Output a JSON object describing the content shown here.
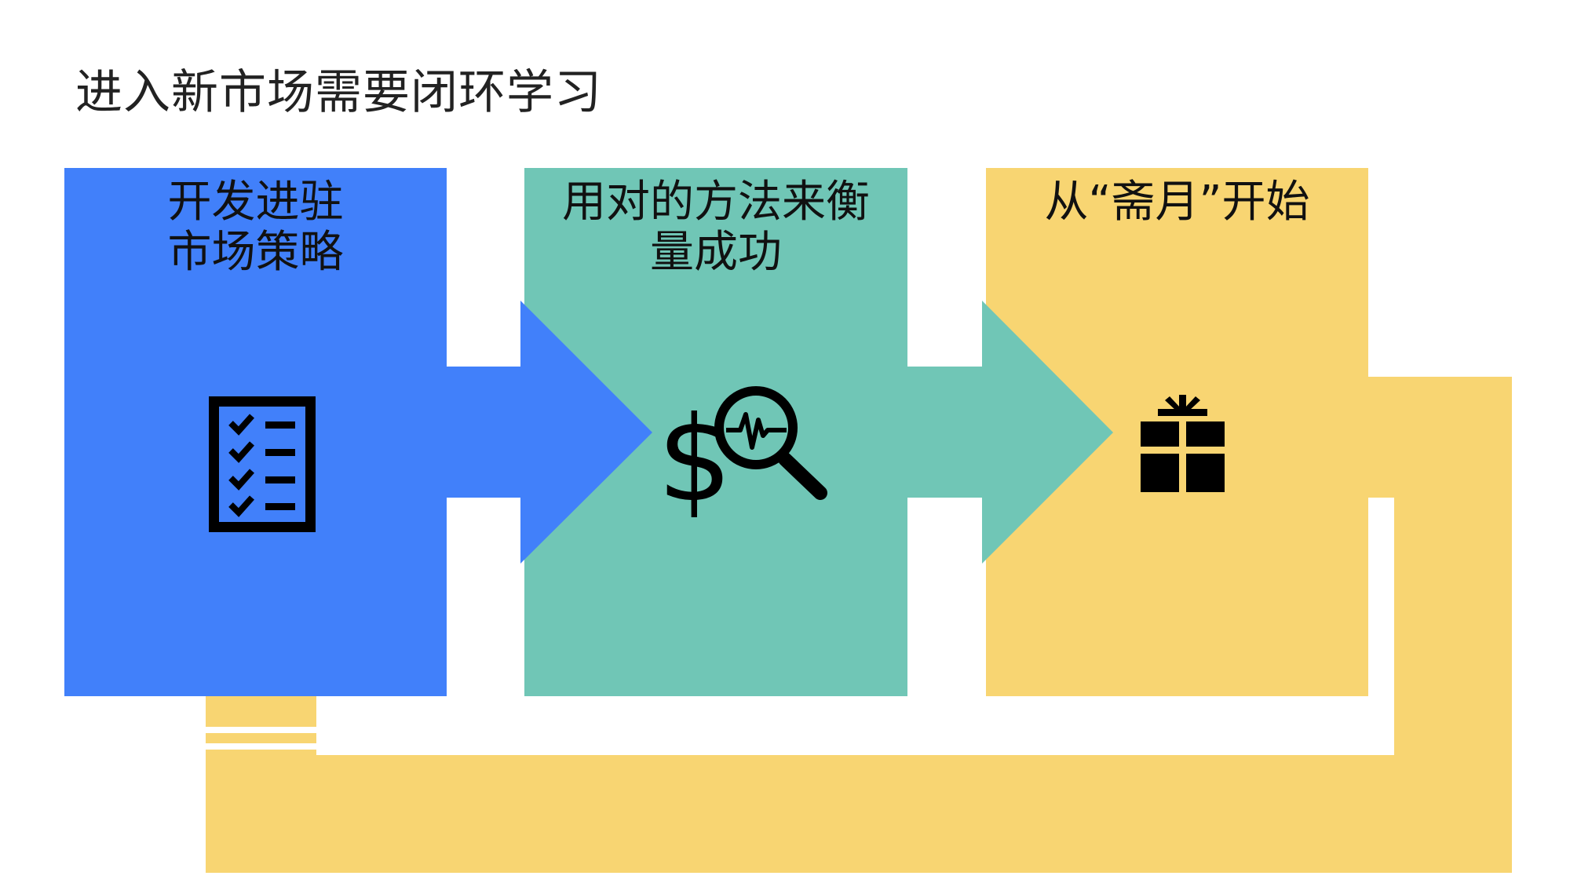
{
  "title": "进入新市场需要闭环学习",
  "colors": {
    "blue": "#4180FA",
    "teal": "#70C6B6",
    "yellow": "#F8D572",
    "icon": "#000000",
    "text": "#111111"
  },
  "steps": [
    {
      "label_line1": "开发进驻",
      "label_line2": "市场策略",
      "icon": "checklist-icon",
      "color": "#4180FA"
    },
    {
      "label_line1": "用对的方法来衡",
      "label_line2": "量成功",
      "icon": "dollar-search-icon",
      "color": "#70C6B6"
    },
    {
      "label_line1": "从“斋月”开始",
      "label_line2": "",
      "icon": "gift-icon",
      "color": "#F8D572"
    }
  ],
  "arrows": [
    {
      "from": "step-1",
      "to": "step-2",
      "color": "#4180FA"
    },
    {
      "from": "step-2",
      "to": "step-3",
      "color": "#70C6B6"
    }
  ],
  "loop": {
    "from": "step-3",
    "to": "step-1",
    "color": "#F8D572"
  }
}
